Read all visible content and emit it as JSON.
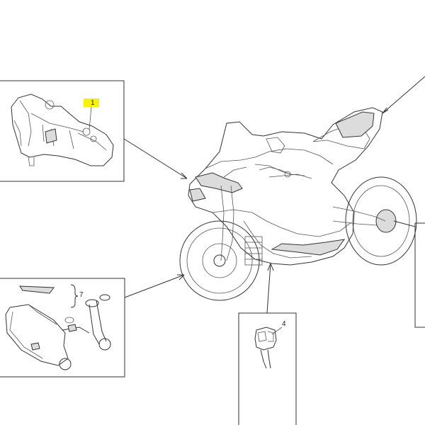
{
  "callouts": {
    "fairing_bracket": {
      "number": "1",
      "highlight_color": "#f7f20a"
    },
    "stand_kit": {
      "number": "7"
    },
    "connector": {
      "number": "4"
    }
  },
  "colors": {
    "line": "#333333",
    "background": "#ffffff",
    "highlight": "#f7f20a"
  },
  "icons": {
    "fairing_bracket": "fairing-bracket-drawing",
    "motorcycle": "motorcycle-drawing",
    "paddock_stand": "paddock-stand-drawing",
    "connector": "connector-drawing"
  }
}
